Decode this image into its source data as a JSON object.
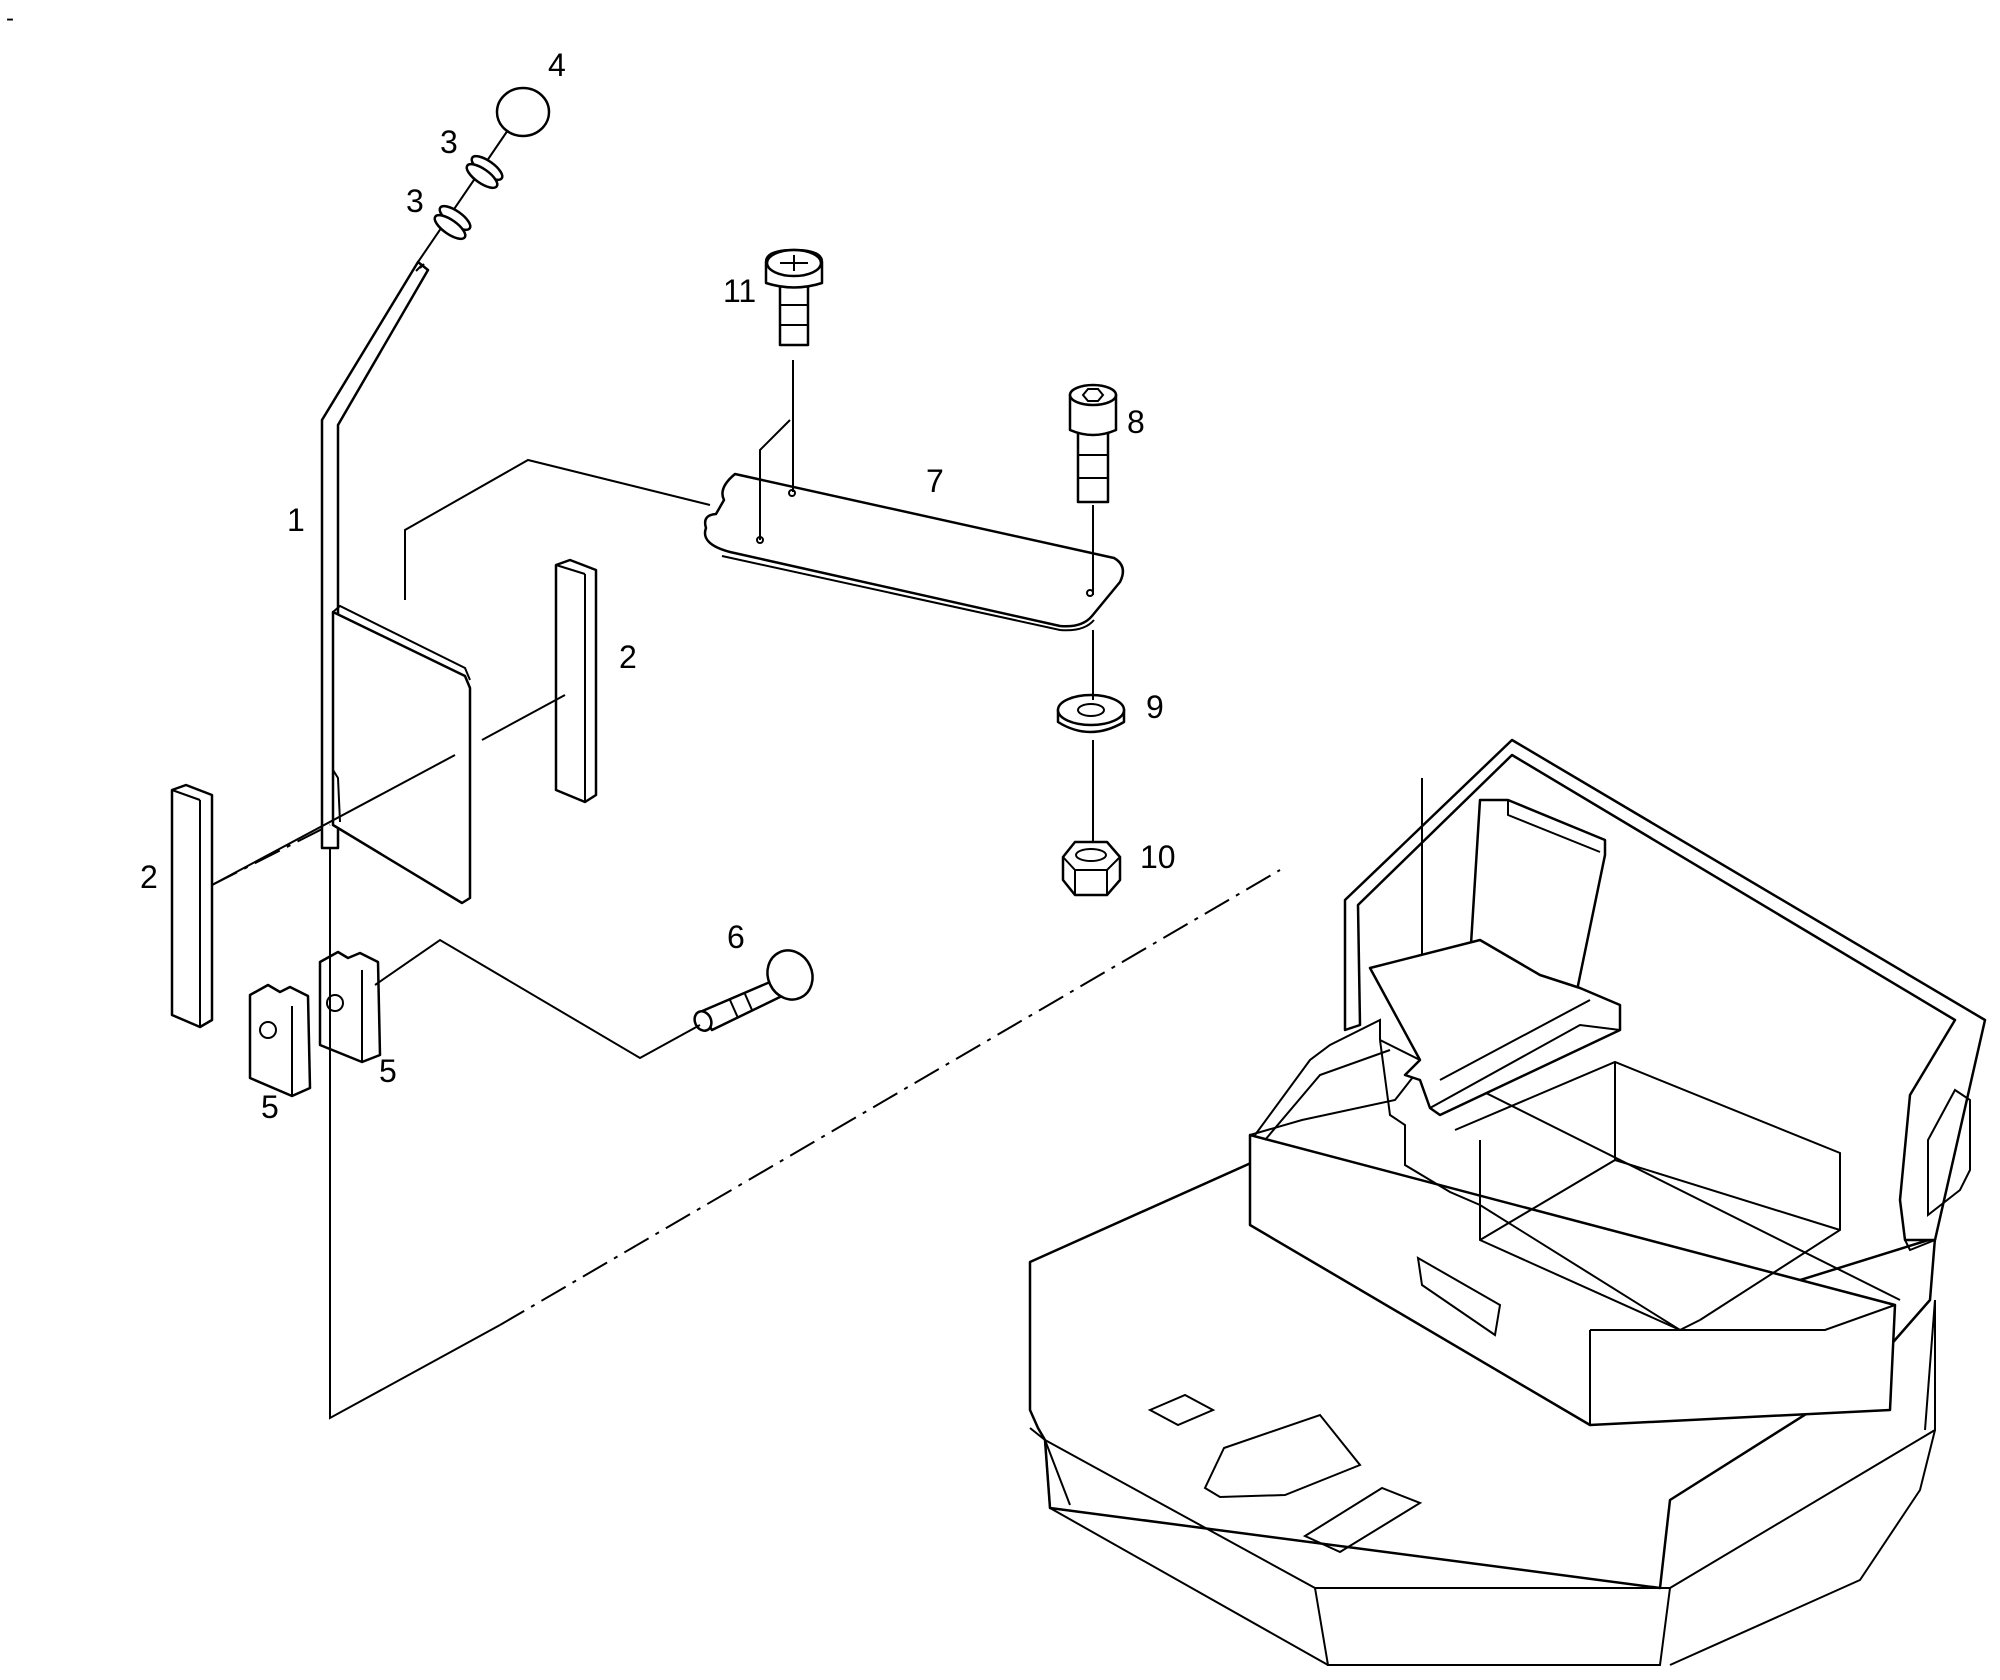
{
  "corner_mark": "-",
  "callouts": [
    {
      "id": "label-1",
      "text": "1"
    },
    {
      "id": "label-2a",
      "text": "2"
    },
    {
      "id": "label-2b",
      "text": "2"
    },
    {
      "id": "label-3a",
      "text": "3"
    },
    {
      "id": "label-3b",
      "text": "3"
    },
    {
      "id": "label-4",
      "text": "4"
    },
    {
      "id": "label-5a",
      "text": "5"
    },
    {
      "id": "label-5b",
      "text": "5"
    },
    {
      "id": "label-6",
      "text": "6"
    },
    {
      "id": "label-7",
      "text": "7"
    },
    {
      "id": "label-8",
      "text": "8"
    },
    {
      "id": "label-9",
      "text": "9"
    },
    {
      "id": "label-10",
      "text": "10"
    },
    {
      "id": "label-11",
      "text": "11"
    }
  ]
}
